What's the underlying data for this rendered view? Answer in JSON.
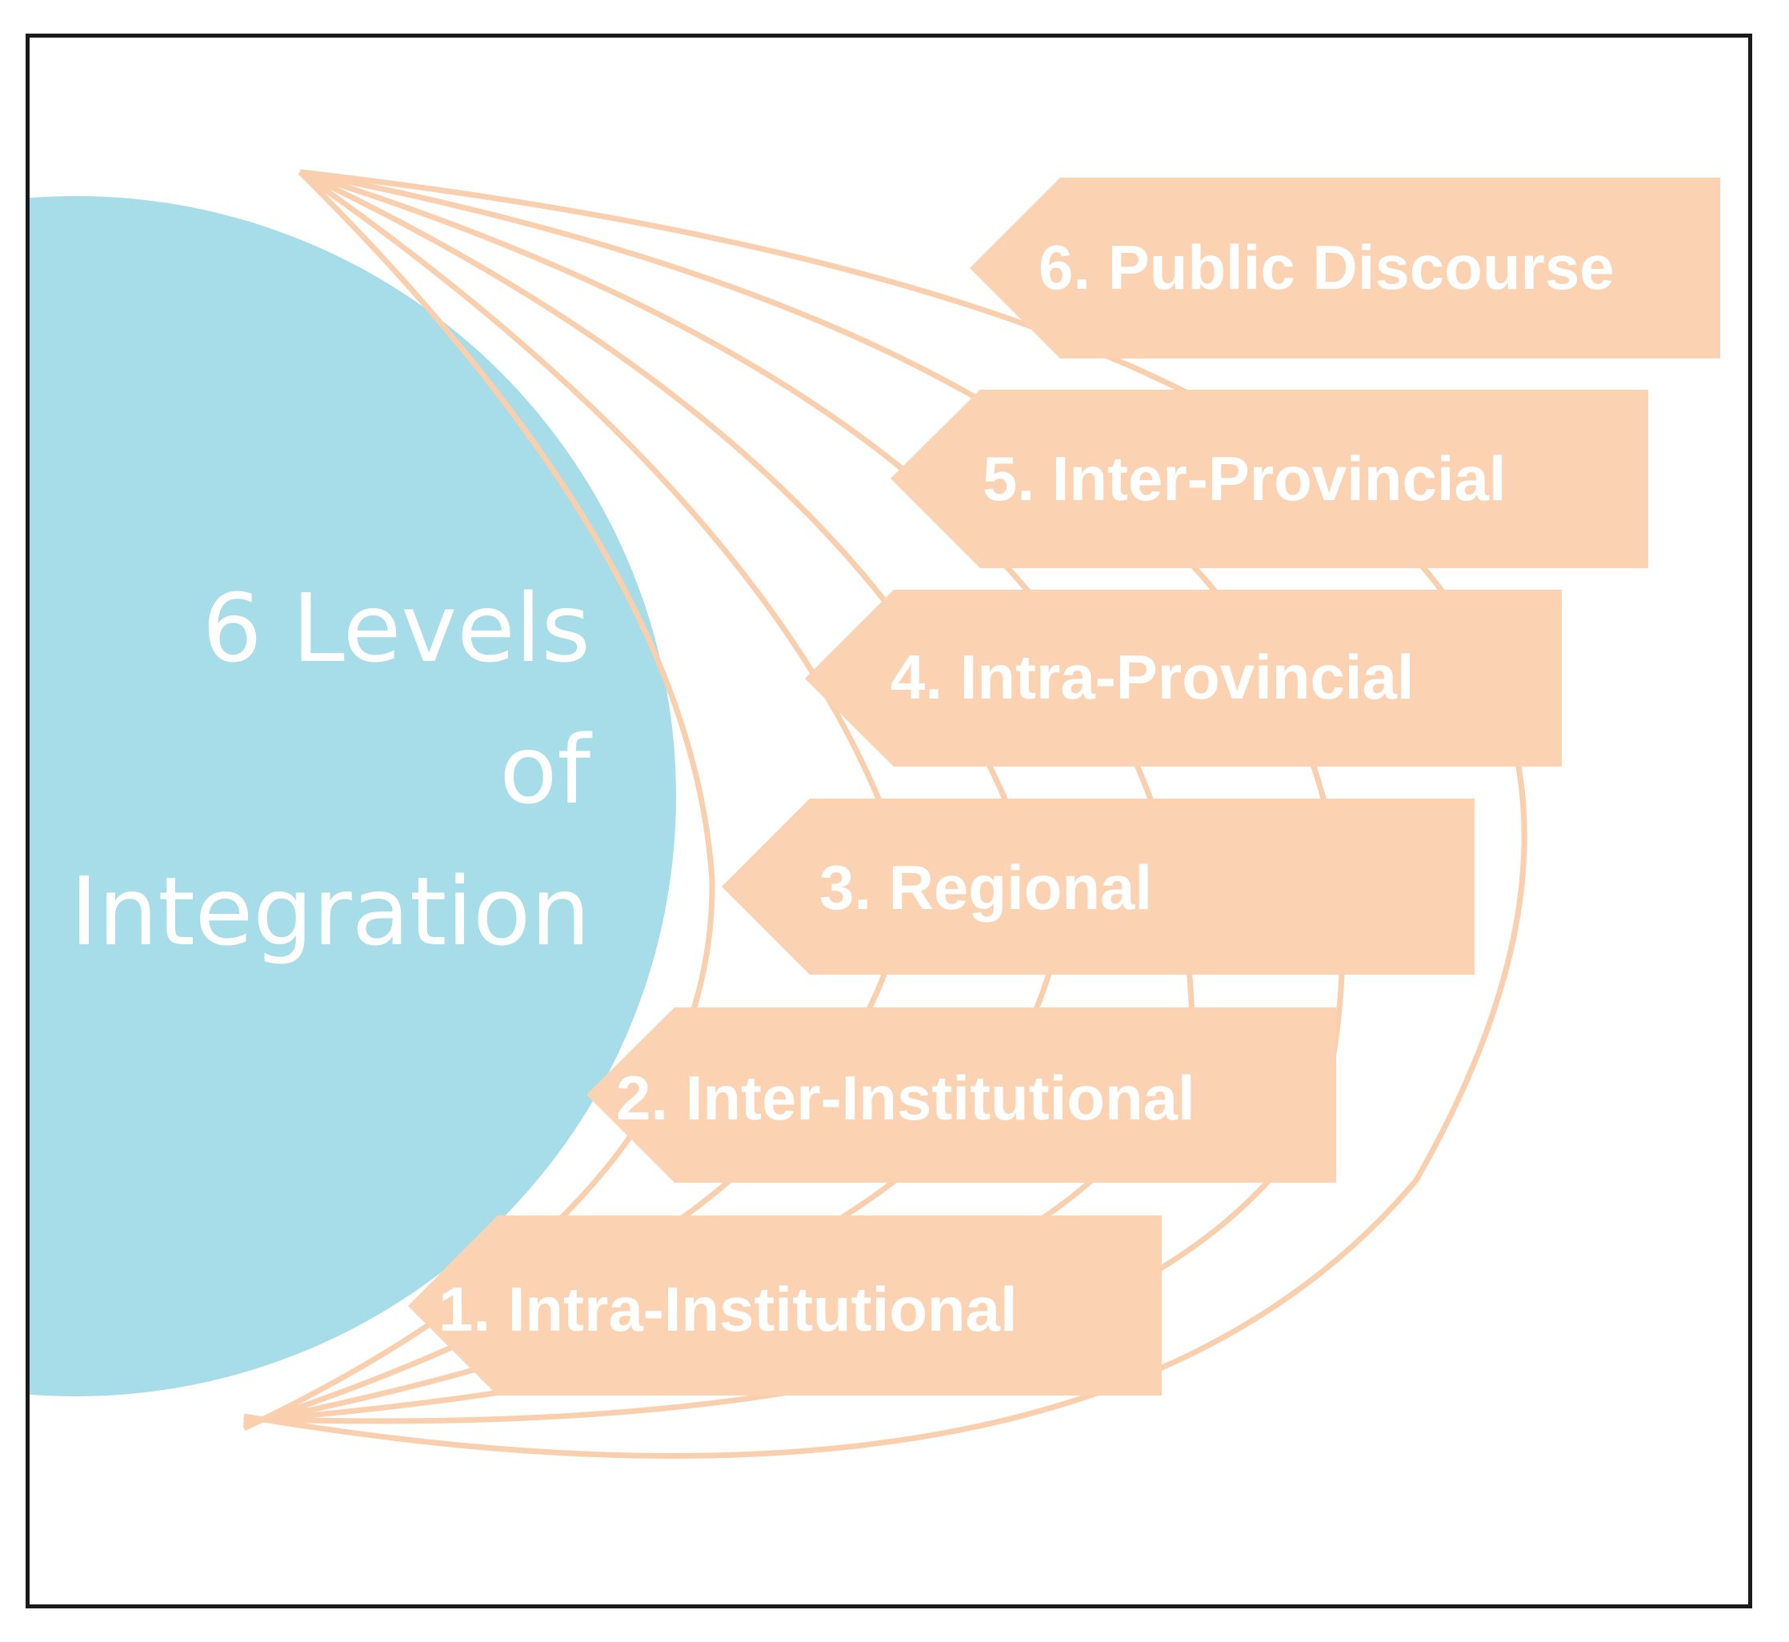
{
  "center": {
    "lines": [
      "6 Levels",
      "of",
      "Integration"
    ],
    "color": "#a7dde8"
  },
  "levels": [
    {
      "label": "1. Intra-Institutional"
    },
    {
      "label": "2. Inter-Institutional"
    },
    {
      "label": "3. Regional"
    },
    {
      "label": "4. Intra-Provincial"
    },
    {
      "label": "5. Inter-Provincial"
    },
    {
      "label": "6. Public Discourse"
    }
  ],
  "colors": {
    "arrow_fill": "#fbd3b3",
    "arc_stroke": "#f9cfae",
    "frame": "#1a1a1a"
  }
}
